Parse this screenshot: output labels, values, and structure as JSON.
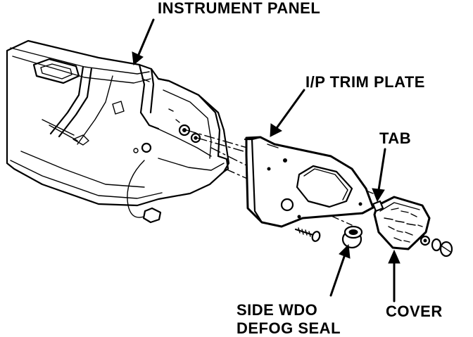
{
  "labels": {
    "instrument_panel": "INSTRUMENT PANEL",
    "ip_trim_plate": "I/P TRIM PLATE",
    "tab": "TAB",
    "side_wdo_line1": "SIDE WDO",
    "side_wdo_line2": "DEFOG SEAL",
    "cover": "COVER"
  }
}
